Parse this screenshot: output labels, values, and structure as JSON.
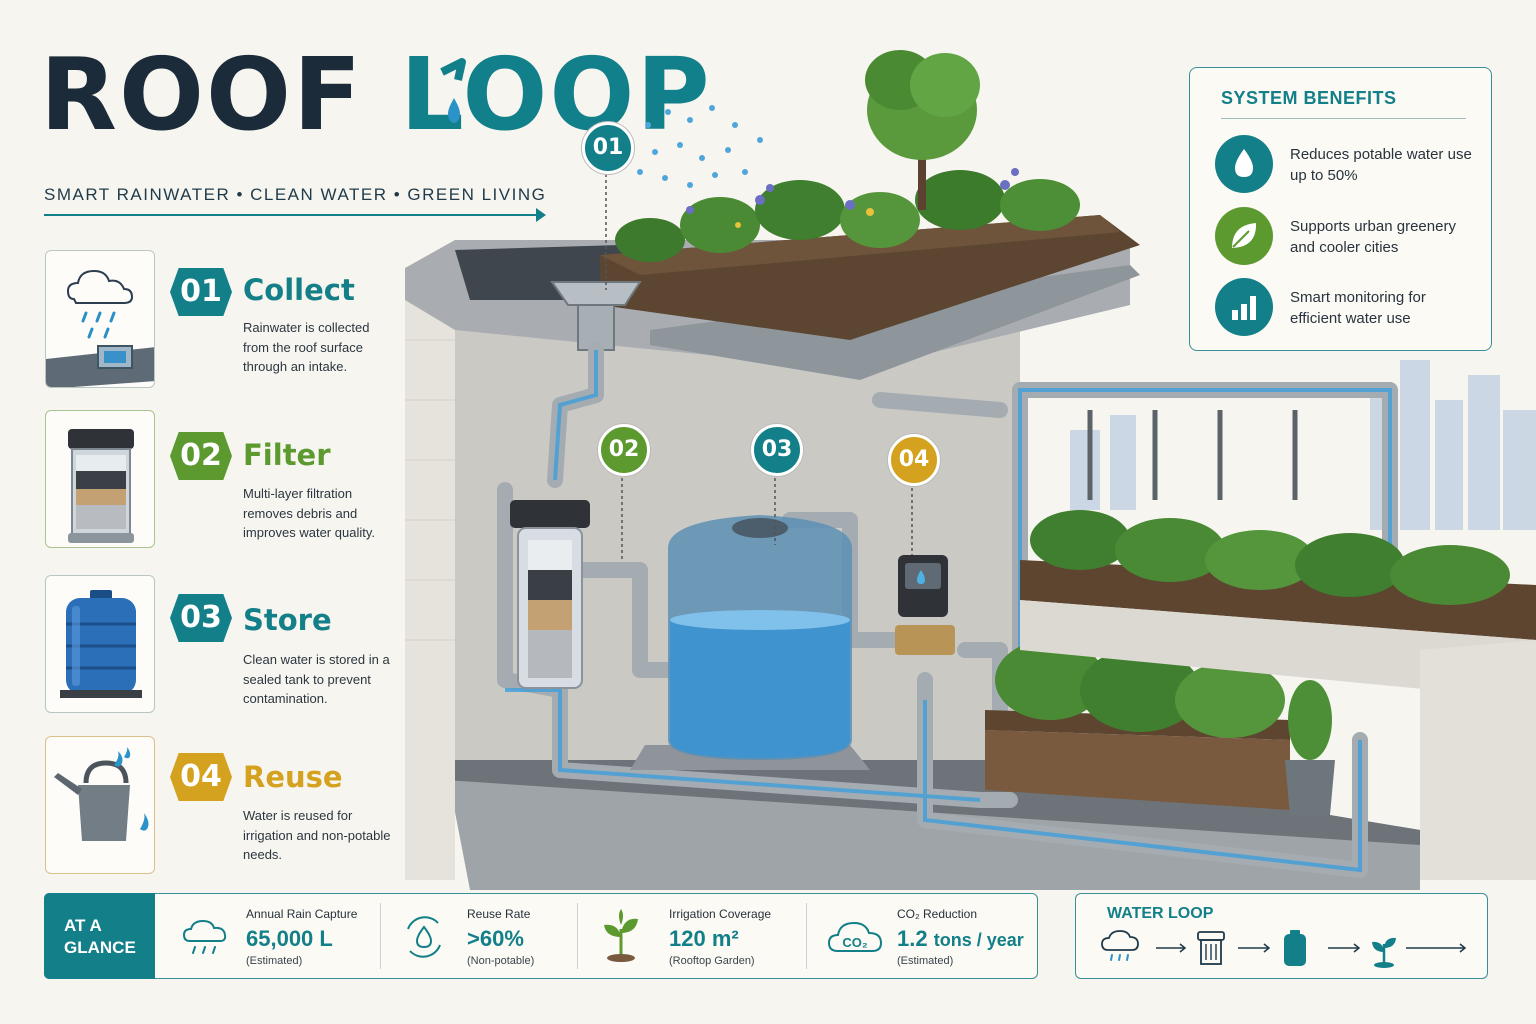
{
  "header": {
    "title_part1": "ROOF",
    "title_part2": "LOOP",
    "tagline": "SMART RAINWATER • CLEAN WATER • GREEN LIVING"
  },
  "steps": [
    {
      "number": "01",
      "title": "Collect",
      "description": "Rainwater is collected from the roof surface through an intake.",
      "icon": "cloud-rain-intake-icon",
      "color": "#137f88"
    },
    {
      "number": "02",
      "title": "Filter",
      "description": "Multi-layer filtration removes debris and improves water quality.",
      "icon": "filter-cartridge-icon",
      "color": "#5c9a30"
    },
    {
      "number": "03",
      "title": "Store",
      "description": "Clean water is stored in a sealed tank to prevent contamination.",
      "icon": "water-tank-icon",
      "color": "#137f88"
    },
    {
      "number": "04",
      "title": "Reuse",
      "description": "Water is reused for irrigation and non-potable needs.",
      "icon": "watering-can-icon",
      "color": "#d4a21e"
    }
  ],
  "benefits": {
    "title": "SYSTEM BENEFITS",
    "items": [
      {
        "text": "Reduces potable water use up to 50%",
        "icon": "water-drop-icon",
        "color": "#137f88"
      },
      {
        "text": "Supports urban greenery and cooler cities",
        "icon": "leaf-icon",
        "color": "#5c9a30"
      },
      {
        "text": "Smart monitoring for efficient water use",
        "icon": "bar-chart-icon",
        "color": "#137f88"
      }
    ]
  },
  "glance": {
    "label_line1": "AT A",
    "label_line2": "GLANCE",
    "stats": [
      {
        "label": "Annual Rain Capture",
        "value": "65,000 L",
        "note": "(Estimated)",
        "icon": "rain-cloud-icon"
      },
      {
        "label": "Reuse Rate",
        "value": ">60%",
        "note": "(Non-potable)",
        "icon": "recycle-drop-icon"
      },
      {
        "label": "Irrigation Coverage",
        "value_number": "120 m²",
        "value_unit": "",
        "note": "(Rooftop Garden)",
        "icon": "sprout-icon"
      },
      {
        "label": "CO₂ Reduction",
        "value_number": "1.2",
        "value_unit": "tons / year",
        "note": "(Estimated)",
        "icon": "co2-cloud-icon"
      }
    ]
  },
  "water_loop": {
    "title": "WATER LOOP",
    "co2_text": "CO₂",
    "icons": [
      "rain-cloud-icon",
      "filter-icon",
      "tank-icon",
      "plant-icon"
    ]
  },
  "callouts": [
    "01",
    "02",
    "03",
    "04"
  ],
  "colors": {
    "teal": "#137f88",
    "green": "#5c9a30",
    "gold": "#d4a21e",
    "navy": "#1c2b3a"
  }
}
